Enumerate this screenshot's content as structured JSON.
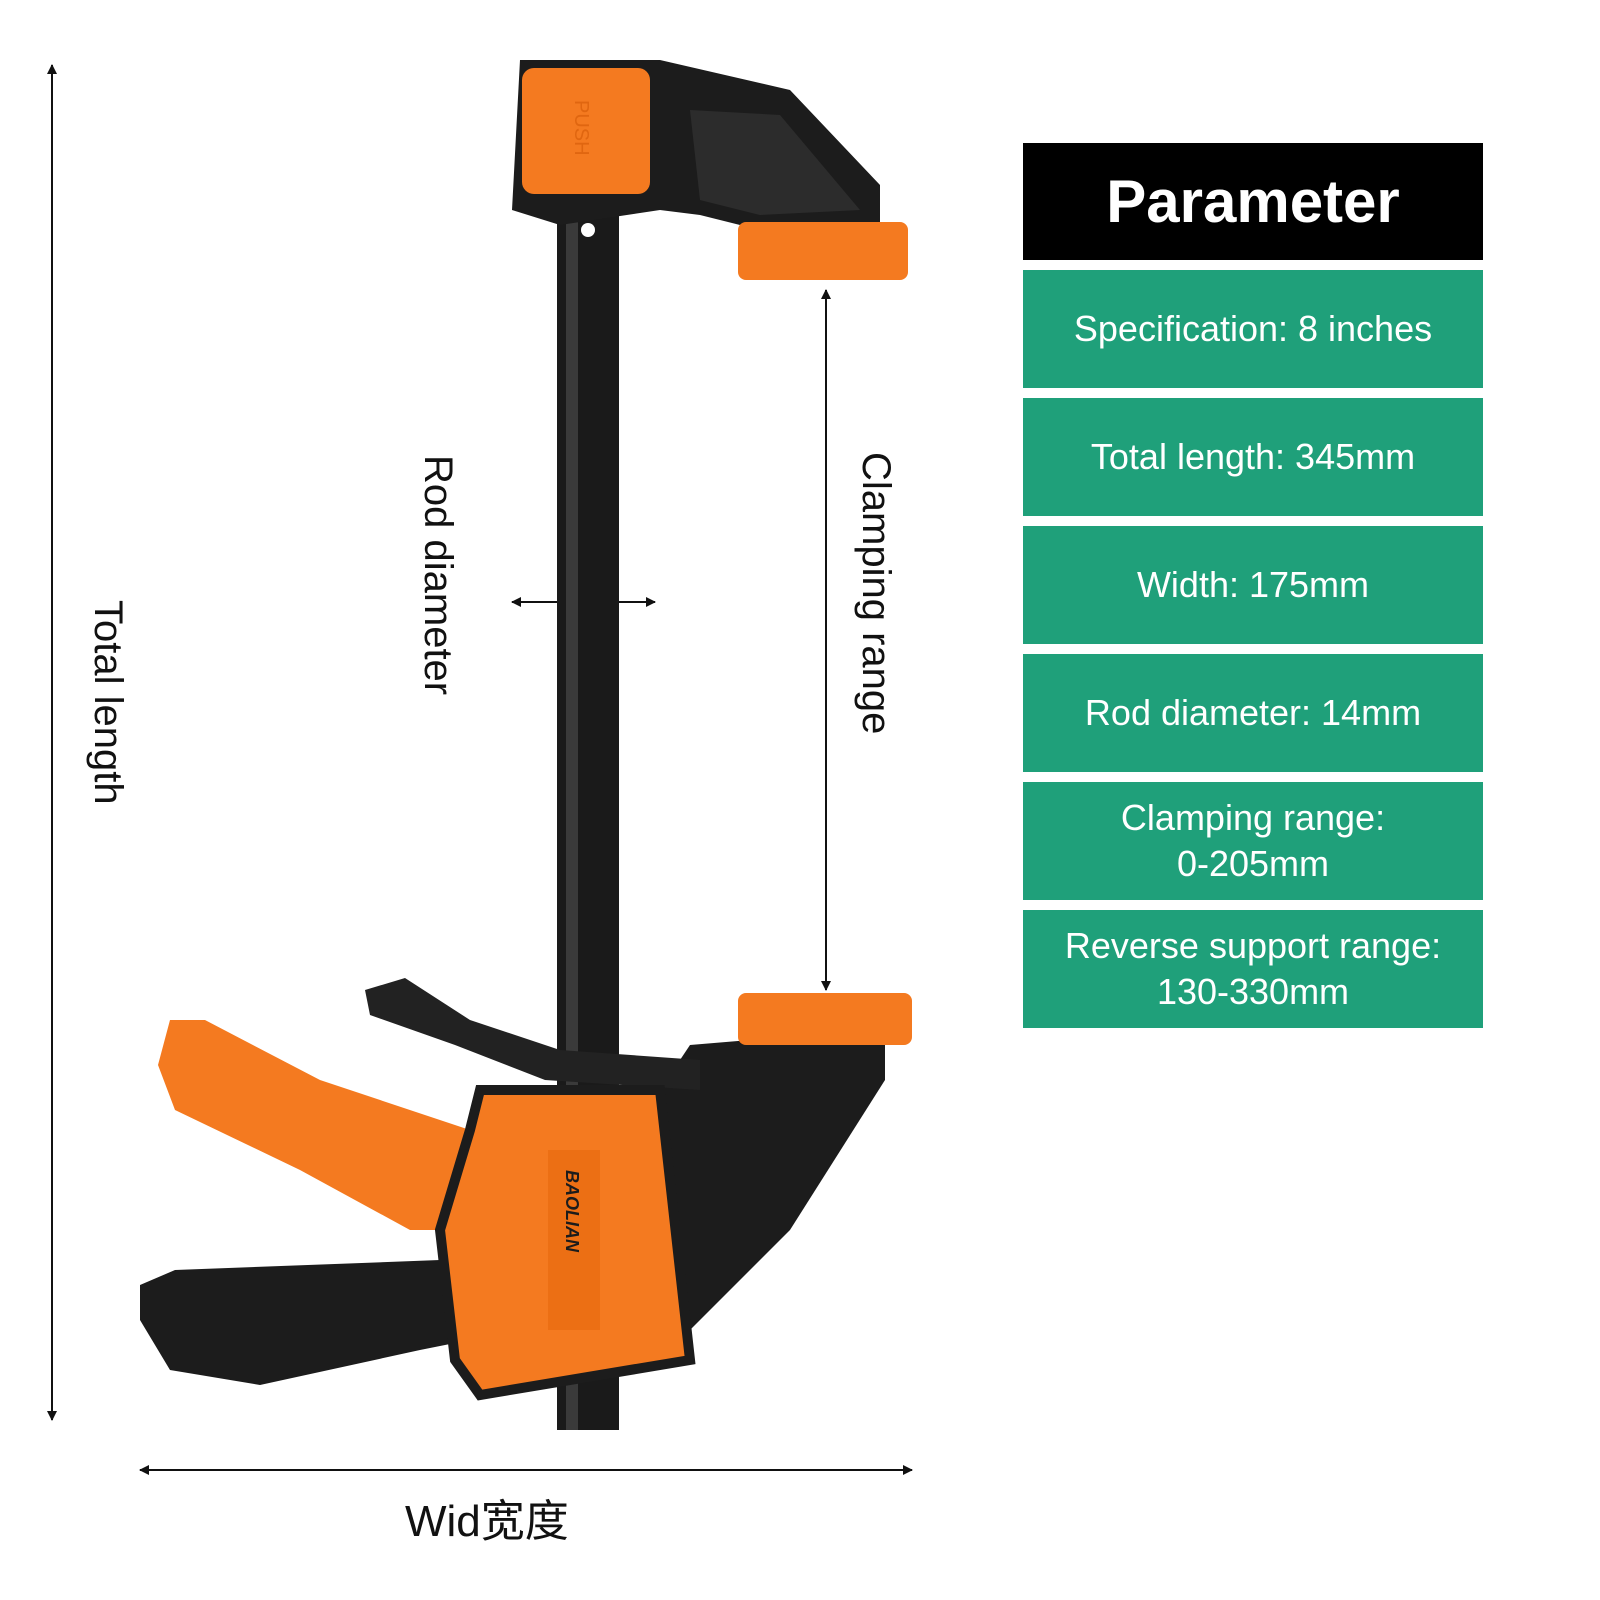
{
  "labels": {
    "total_length": "Total length",
    "rod_diameter": "Rod diameter",
    "clamping_range": "Clamping range",
    "width": "Wid宽度"
  },
  "product": {
    "brand": "BAOLIAN",
    "button": "PUSH"
  },
  "parameters": {
    "title": "Parameter",
    "rows": [
      {
        "text": "Specification: 8 inches"
      },
      {
        "text": "Total length: 345mm"
      },
      {
        "text": "Width: 175mm"
      },
      {
        "text": "Rod diameter: 14mm"
      },
      {
        "text": "Clamping range: 0-205mm"
      },
      {
        "text": "Reverse support range: 130-330mm"
      }
    ]
  },
  "colors": {
    "orange": "#f47a20",
    "black": "#1a1a1a",
    "green": "#1fa07a"
  }
}
